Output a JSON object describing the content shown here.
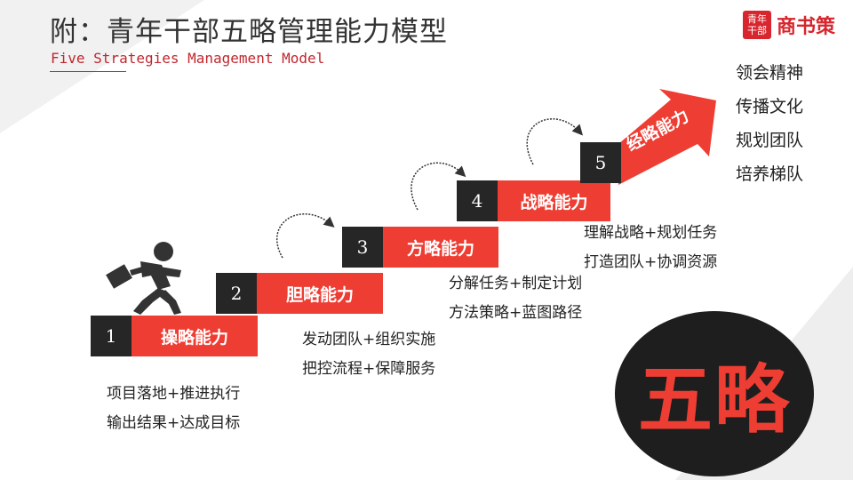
{
  "title": "附：青年干部五略管理能力模型",
  "subtitle": "Five Strategies Management Model",
  "logo": {
    "seal": "青年 干部",
    "name": "商书策"
  },
  "steps": [
    {
      "num": "1",
      "label": "操略能力",
      "desc": [
        "项目落地+推进执行",
        "输出结果+达成目标"
      ]
    },
    {
      "num": "2",
      "label": "胆略能力",
      "desc": [
        "发动团队+组织实施",
        "把控流程+保障服务"
      ]
    },
    {
      "num": "3",
      "label": "方略能力",
      "desc": [
        "分解任务+制定计划",
        "方法策略+蓝图路径"
      ]
    },
    {
      "num": "4",
      "label": "战略能力",
      "desc": [
        "理解战略+规划任务",
        "打造团队+协调资源"
      ]
    },
    {
      "num": "5",
      "label": "经略能力",
      "desc": [
        "领会精神",
        "传播文化",
        "规划团队",
        "培养梯队"
      ]
    }
  ],
  "center_badge": "五略",
  "colors": {
    "accent": "#ee3d33",
    "dark": "#262626",
    "brand_red": "#d7262d"
  },
  "icons": [
    "running-man-icon",
    "curved-arrow-icon",
    "big-arrow-icon"
  ]
}
